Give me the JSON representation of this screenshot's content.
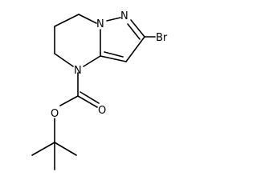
{
  "diagram": {
    "type": "chemical-structure",
    "atom_labels": {
      "n_top": "N",
      "n_top_right": "N",
      "bromine": "Br",
      "n_bottom": "N",
      "o_ester": "O",
      "o_carbonyl": "O"
    },
    "colors": {
      "bond": "#000000",
      "label": "#000000",
      "background": "#ffffff"
    }
  }
}
